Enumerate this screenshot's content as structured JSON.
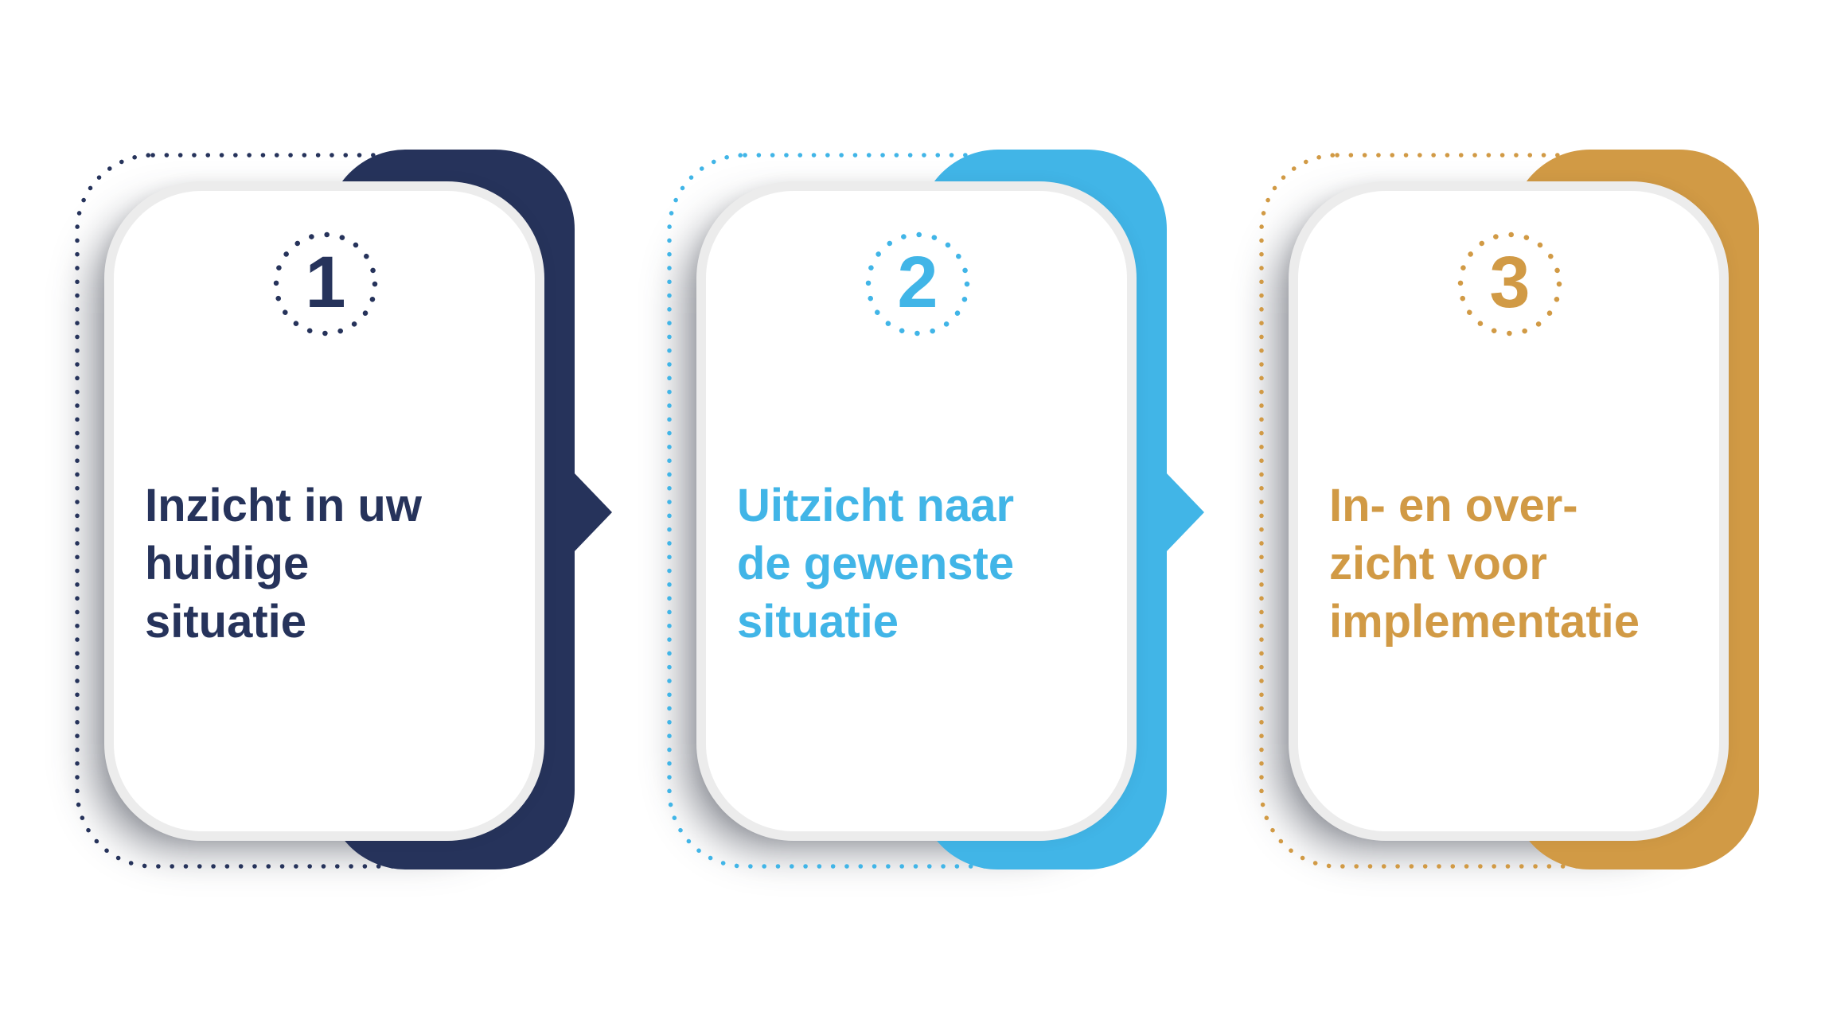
{
  "canvas": {
    "background": "#ffffff"
  },
  "steps": {
    "count": 3,
    "cards": [
      {
        "number": "1",
        "title": "Inzicht in uw\nhuidige\nsituatie",
        "color": "#26335B",
        "has_arrow": true
      },
      {
        "number": "2",
        "title": "Uitzicht naar\nde gewenste\nsituatie",
        "color": "#41B5E7",
        "has_arrow": true
      },
      {
        "number": "3",
        "title": "In- en over-\nzicht voor\nimplementatie",
        "color": "#D19A45",
        "has_arrow": false
      }
    ]
  }
}
